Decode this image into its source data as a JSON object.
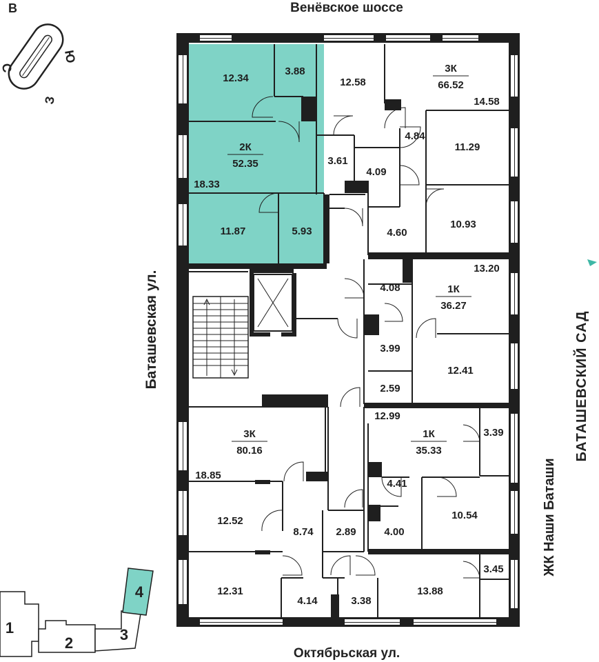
{
  "streets": {
    "top": "Венёвское шоссе",
    "bottom": "Октябрьская ул.",
    "left": "Баташевская ул.",
    "right_outer": "БАТАШЕВСКИЙ САД",
    "right_inner": "ЖК Наши Баташи"
  },
  "compass": {
    "n": "В",
    "e": "Ю",
    "s": "З",
    "w": "С"
  },
  "colors": {
    "highlight": "#7fd3c6",
    "wall": "#1f1f1f",
    "accent": "#3fb7a6"
  },
  "apartments": {
    "top_left": {
      "type": "2К",
      "area": "52.35"
    },
    "top_right": {
      "type": "3К",
      "area": "66.52"
    },
    "mid_right": {
      "type": "1К",
      "area": "36.27"
    },
    "bottom_left": {
      "type": "3К",
      "area": "80.16"
    },
    "bottom_right": {
      "type": "1К",
      "area": "35.33"
    }
  },
  "rooms": {
    "r1": "12.34",
    "r2": "3.88",
    "r3": "12.58",
    "r4": "14.58",
    "r5": "4.84",
    "r6": "11.29",
    "r7": "3.61",
    "r8": "4.09",
    "r9": "18.33",
    "r10": "11.87",
    "r11": "5.93",
    "r12": "4.60",
    "r13": "10.93",
    "r14": "13.20",
    "r15": "4.08",
    "r16": "3.99",
    "r17": "12.41",
    "r18": "2.59",
    "r19": "12.99",
    "r20": "3.39",
    "r21": "18.85",
    "r22": "4.41",
    "r23": "12.52",
    "r24": "8.74",
    "r25": "2.89",
    "r26": "4.00",
    "r27": "10.54",
    "r28": "3.45",
    "r29": "12.31",
    "r30": "4.14",
    "r31": "3.38",
    "r32": "13.88"
  },
  "sections": {
    "s1": "1",
    "s2": "2",
    "s3": "3",
    "s4": "4"
  }
}
